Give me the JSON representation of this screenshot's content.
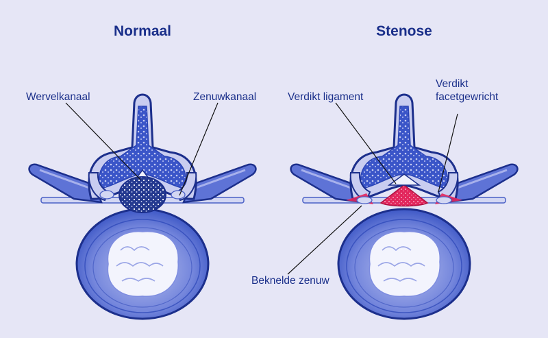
{
  "panels": {
    "normal": {
      "title": "Normaal",
      "labels": {
        "canal": "Wervelkanaal",
        "nerve_canal": "Zenuwkanaal"
      }
    },
    "stenosis": {
      "title": "Stenose",
      "labels": {
        "ligament": "Verdikt ligament",
        "facet_line1": "Verdikt",
        "facet_line2": "facetgewricht",
        "nerve": "Beknelde zenuw"
      }
    }
  },
  "colors": {
    "background": "#e6e6f6",
    "text": "#1a2f8a",
    "bone_light": "#c9cdf0",
    "bone_mid": "#7e8de0",
    "bone_dark": "#3a55c8",
    "outline": "#1c2f8c",
    "stenosis_red": "#e2265c"
  }
}
